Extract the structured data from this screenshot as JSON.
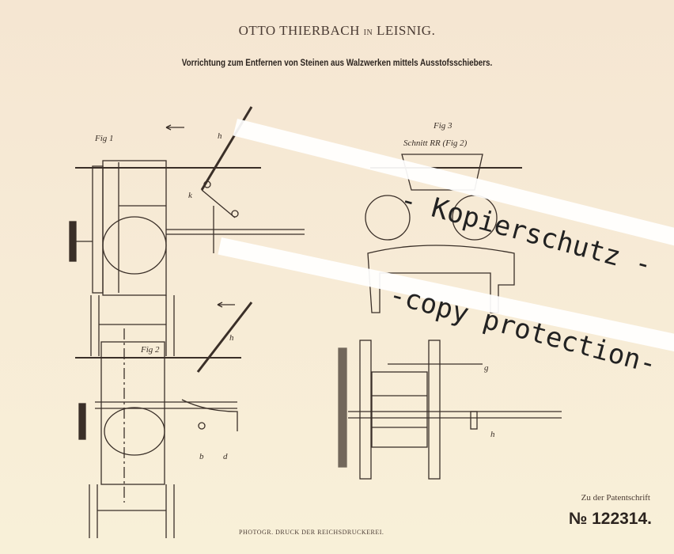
{
  "header": {
    "author": "OTTO THIERBACH",
    "in": "IN",
    "place": "LEISNIG.",
    "title": "Vorrichtung zum Entfernen von Steinen aus Walzwerken mittels Ausstofsschiebers."
  },
  "figures": {
    "fig1": "Fig 1",
    "fig2": "Fig 2",
    "fig3": "Fig 3",
    "fig3_section": "Schnitt RR (Fig 2)"
  },
  "watermark": {
    "line1": "- Kopierschutz -",
    "line2": "-copy protection-"
  },
  "footer": {
    "reference_label": "Zu der Patentschrift",
    "patent_number": "№ 122314.",
    "printer": "PHOTOGR. DRUCK DER REICHSDRUCKEREI."
  },
  "colors": {
    "paper": "#f6e9d4",
    "ink": "#3a2f28"
  }
}
